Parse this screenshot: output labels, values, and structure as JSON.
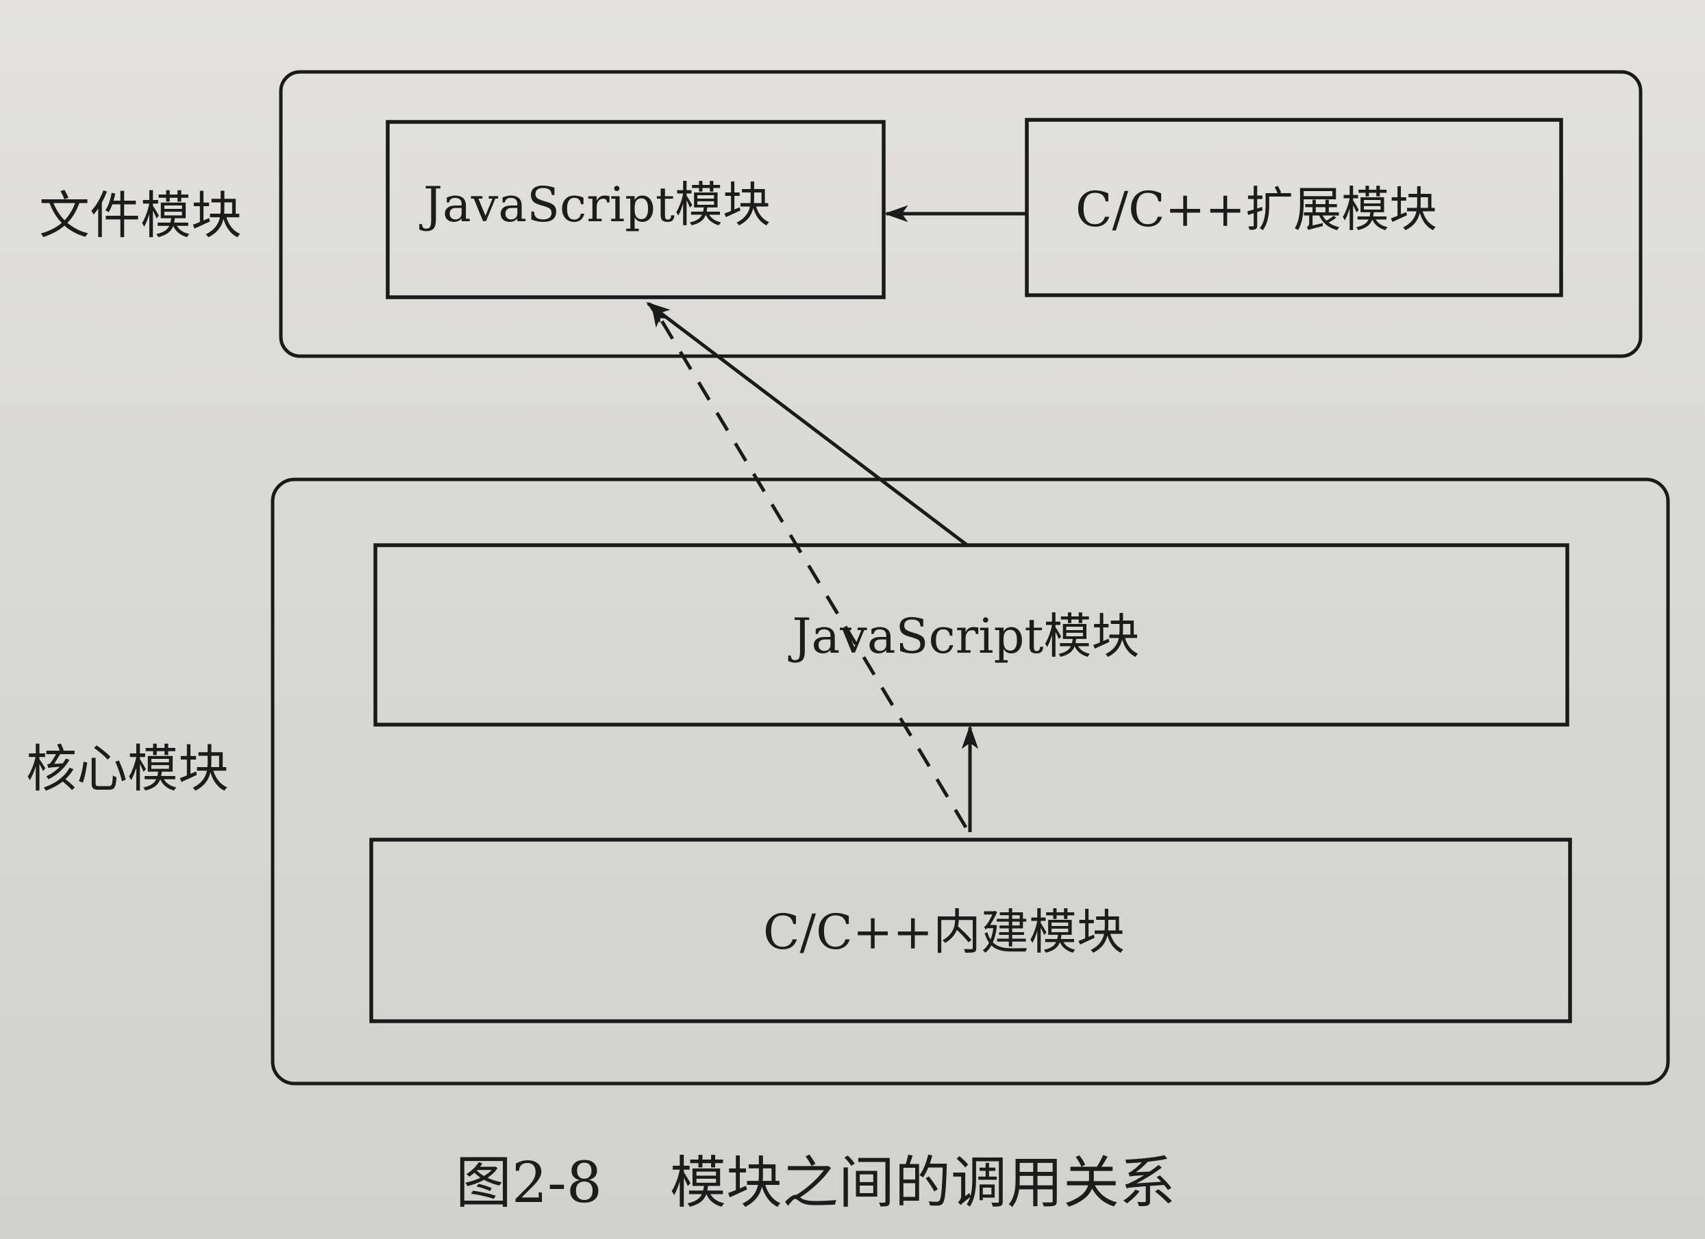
{
  "groups": {
    "file_modules": "文件模块",
    "core_modules": "核心模块"
  },
  "nodes": {
    "file_js": "JavaScript模块",
    "file_cpp_ext": "C/C++扩展模块",
    "core_js": "JavaScript模块",
    "core_cpp_builtin": "C/C++内建模块"
  },
  "edges": [
    {
      "from": "file_cpp_ext",
      "to": "file_js",
      "style": "solid"
    },
    {
      "from": "core_js",
      "to": "file_js",
      "style": "solid"
    },
    {
      "from": "core_cpp_builtin",
      "to": "file_js",
      "style": "dashed"
    },
    {
      "from": "core_cpp_builtin",
      "to": "core_js",
      "style": "solid"
    }
  ],
  "caption": {
    "number": "图2-8",
    "text": "模块之间的调用关系"
  },
  "colors": {
    "line": "#1a1a1a",
    "paper": "#dcdcd8"
  }
}
